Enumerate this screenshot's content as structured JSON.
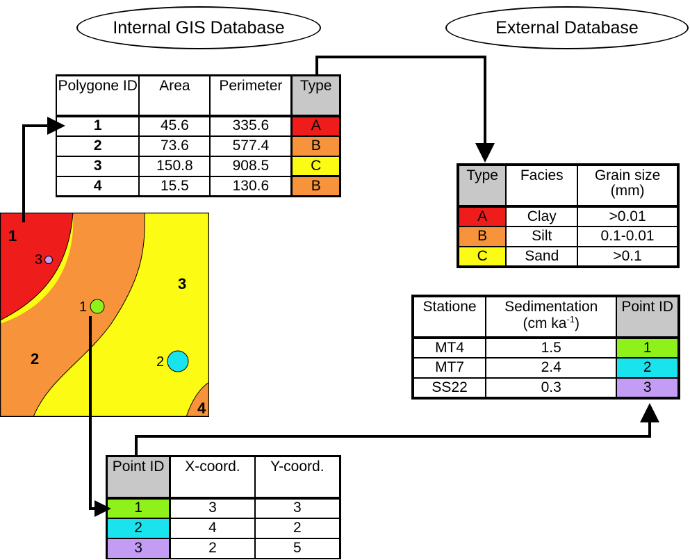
{
  "ovals": {
    "internal": "Internal GIS Database",
    "external": "External Database"
  },
  "polygon_table": {
    "headers": [
      "Polygone ID",
      "Area",
      "Perimeter",
      "Type"
    ],
    "rows": [
      {
        "id": "1",
        "area": "45.6",
        "perimeter": "335.6",
        "type": "A"
      },
      {
        "id": "2",
        "area": "73.6",
        "perimeter": "577.4",
        "type": "B"
      },
      {
        "id": "3",
        "area": "150.8",
        "perimeter": "908.5",
        "type": "C"
      },
      {
        "id": "4",
        "area": "15.5",
        "perimeter": "130.6",
        "type": "B"
      }
    ]
  },
  "type_table": {
    "headers": [
      "Type",
      "Facies",
      "Grain size (mm)"
    ],
    "rows": [
      {
        "type": "A",
        "facies": "Clay",
        "grain": ">0.01"
      },
      {
        "type": "B",
        "facies": "Silt",
        "grain": "0.1-0.01"
      },
      {
        "type": "C",
        "facies": "Sand",
        "grain": ">0.1"
      }
    ]
  },
  "station_table": {
    "headers": [
      "Statione",
      "Sedimentation",
      "cm ka",
      "-1",
      "Point ID"
    ],
    "rows": [
      {
        "station": "MT4",
        "sed": "1.5",
        "point": "1"
      },
      {
        "station": "MT7",
        "sed": "2.4",
        "point": "2"
      },
      {
        "station": "SS22",
        "sed": "0.3",
        "point": "3"
      }
    ]
  },
  "point_table": {
    "headers": [
      "Point ID",
      "X-coord.",
      "Y-coord."
    ],
    "rows": [
      {
        "point": "1",
        "x": "3",
        "y": "3"
      },
      {
        "point": "2",
        "x": "4",
        "y": "2"
      },
      {
        "point": "3",
        "x": "2",
        "y": "5"
      }
    ]
  },
  "map": {
    "polygon_labels": [
      "1",
      "2",
      "3",
      "4"
    ],
    "point_labels": [
      "1",
      "2",
      "3"
    ]
  },
  "colors": {
    "type_A": "#ef1c1c",
    "type_B": "#f7933a",
    "type_C": "#fbfb14",
    "header_gray": "#c8c8c8",
    "point_1": "#8ef21a",
    "point_2": "#19e4ee",
    "point_3": "#c39cf3"
  }
}
